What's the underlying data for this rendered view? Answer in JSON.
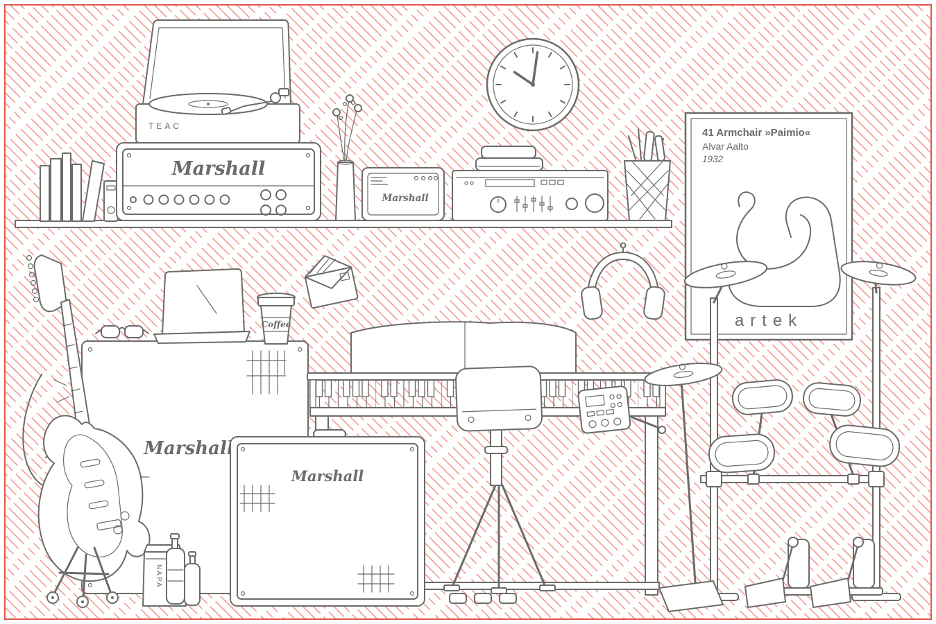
{
  "labels": {
    "turntable_brand": "TEAC",
    "amp_brand": "Marshall",
    "small_speaker_brand": "Marshall",
    "piano_brand": "Marshall",
    "cabinet_brand": "Marshall",
    "coffee": "Coffee",
    "bag": "NAPA",
    "poster_title": "41 Armchair »Paimio«",
    "poster_designer": "Alvar Aalto",
    "poster_year": "1932",
    "poster_brand": "artek"
  },
  "colors": {
    "line": "#6b6b6b",
    "hatch": "#f09a90",
    "frame": "#e2564a",
    "background": "#ffffff"
  }
}
